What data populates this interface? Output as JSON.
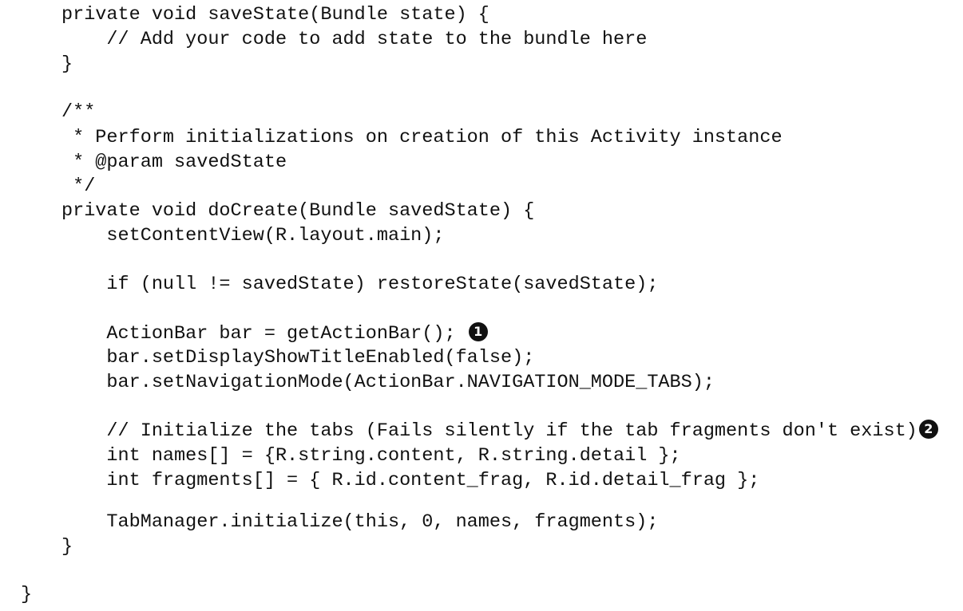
{
  "code_lines": [
    "private void saveState(Bundle state) {",
    "    // Add your code to add state to the bundle here",
    "}",
    "/**",
    " * Perform initializations on creation of this Activity instance",
    " * @param savedState",
    " */",
    "private void doCreate(Bundle savedState) {",
    "    setContentView(R.layout.main);",
    "    if (null != savedState) restoreState(savedState);",
    "    ActionBar bar = getActionBar();",
    "    bar.setDisplayShowTitleEnabled(false);",
    "    bar.setNavigationMode(ActionBar.NAVIGATION_MODE_TABS);",
    "    // Initialize the tabs (Fails silently if the tab fragments don't exist)",
    "    int names[] = {R.string.content, R.string.detail };",
    "    int fragments[] = { R.id.content_frag, R.id.detail_frag };",
    "    TabManager.initialize(this, 0, names, fragments);",
    "}",
    "}"
  ],
  "callouts": [
    "1",
    "2"
  ]
}
